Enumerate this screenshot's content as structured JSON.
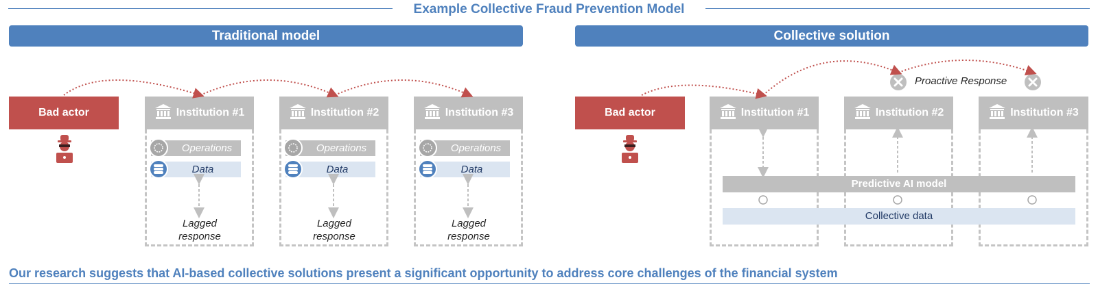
{
  "title": "Example Collective Fraud Prevention Model",
  "traditional": {
    "header": "Traditional model",
    "bad_actor": "Bad actor",
    "institutions": [
      {
        "name": "Institution #1",
        "operations": "Operations",
        "data": "Data",
        "lagged_1": "Lagged",
        "lagged_2": "response"
      },
      {
        "name": "Institution #2",
        "operations": "Operations",
        "data": "Data",
        "lagged_1": "Lagged",
        "lagged_2": "response"
      },
      {
        "name": "Institution #3",
        "operations": "Operations",
        "data": "Data",
        "lagged_1": "Lagged",
        "lagged_2": "response"
      }
    ]
  },
  "collective": {
    "header": "Collective solution",
    "bad_actor": "Bad actor",
    "institutions": [
      {
        "name": "Institution #1"
      },
      {
        "name": "Institution #2"
      },
      {
        "name": "Institution #3"
      }
    ],
    "proactive": "Proactive Response",
    "predictive": "Predictive AI model",
    "collective_data": "Collective data"
  },
  "footer": "Our research suggests that AI-based collective solutions present a significant opportunity to address core challenges of the financial system",
  "colors": {
    "accent": "#4f81bd",
    "bad_actor": "#c0504d",
    "institution": "#bfbfbf",
    "data_fill": "#dbe5f1"
  }
}
